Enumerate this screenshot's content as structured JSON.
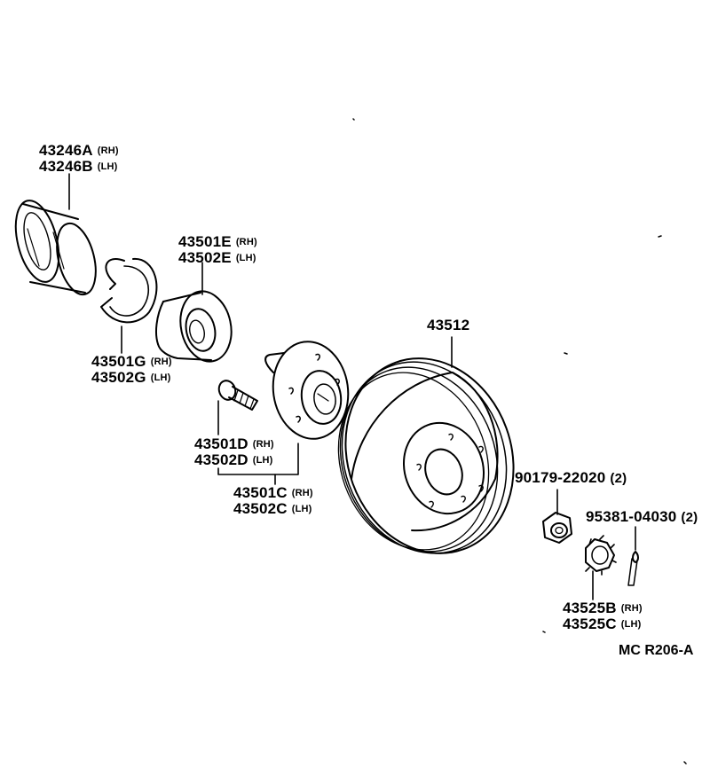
{
  "callouts": {
    "seal": {
      "line1": "43246A",
      "side1": "(RH)",
      "line2": "43246B",
      "side2": "(LH)"
    },
    "bearing": {
      "line1": "43501E",
      "side1": "(RH)",
      "line2": "43502E",
      "side2": "(LH)"
    },
    "snap_ring": {
      "line1": "43501G",
      "side1": "(RH)",
      "line2": "43502G",
      "side2": "(LH)"
    },
    "hub_bolt": {
      "line1": "43501D",
      "side1": "(RH)",
      "line2": "43502D",
      "side2": "(LH)"
    },
    "hub": {
      "line1": "43501C",
      "side1": "(RH)",
      "line2": "43502C",
      "side2": "(LH)"
    },
    "disc": {
      "line1": "43512"
    },
    "nut": {
      "line1": "90179-22020",
      "qty": "(2)"
    },
    "cotter_pin": {
      "line1": "95381-04030",
      "qty": "(2)"
    },
    "nut_lock": {
      "line1": "43525B",
      "side1": "(RH)",
      "line2": "43525C",
      "side2": "(LH)"
    }
  },
  "reference_code": "MC R206-A"
}
